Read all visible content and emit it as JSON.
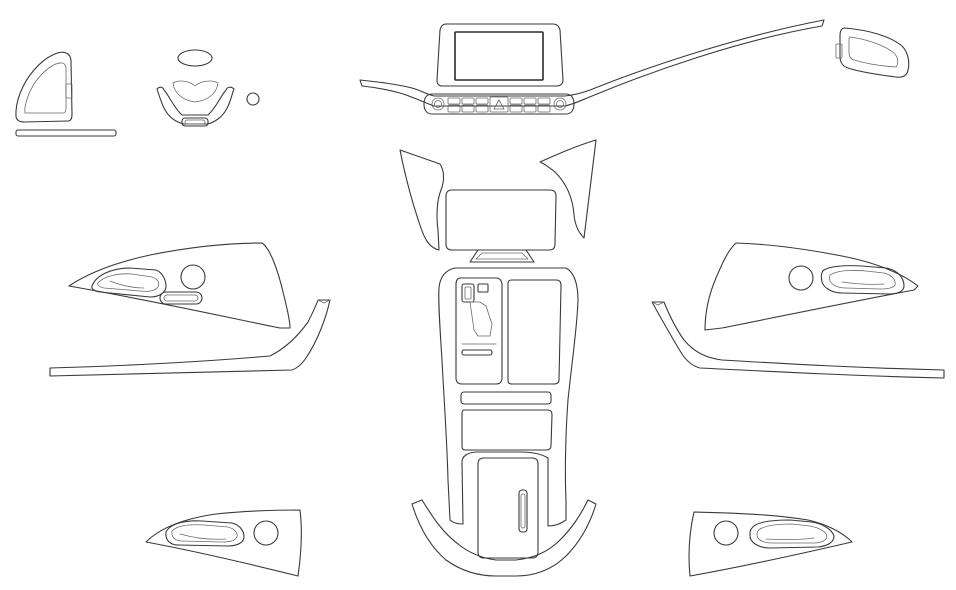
{
  "diagram": {
    "kind": "vehicle interior trim decal layout",
    "background": "#ffffff",
    "stroke_color": "#3a3a3a",
    "parts": [
      "left-dash-vent-trim",
      "left-dash-strip",
      "steering-emblem-oval",
      "steering-wheel-lower-trim",
      "start-button-ring",
      "center-screen-bezel",
      "center-dash-strip",
      "right-dash-vent-trim",
      "left-console-side-panel",
      "right-console-side-panel",
      "upper-console-display-frame",
      "center-console",
      "front-left-door-panel",
      "front-right-door-panel",
      "left-door-strip",
      "right-door-strip",
      "rear-left-door-panel",
      "rear-right-door-panel"
    ]
  }
}
